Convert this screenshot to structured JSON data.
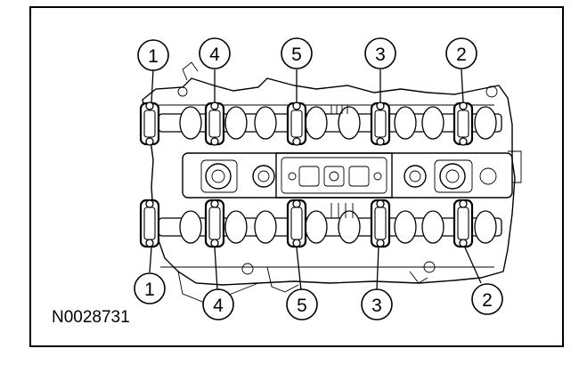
{
  "figure_id": "N0028731",
  "callouts_top": [
    "1",
    "4",
    "5",
    "3",
    "2"
  ],
  "callouts_bottom": [
    "1",
    "4",
    "5",
    "3",
    "2"
  ]
}
